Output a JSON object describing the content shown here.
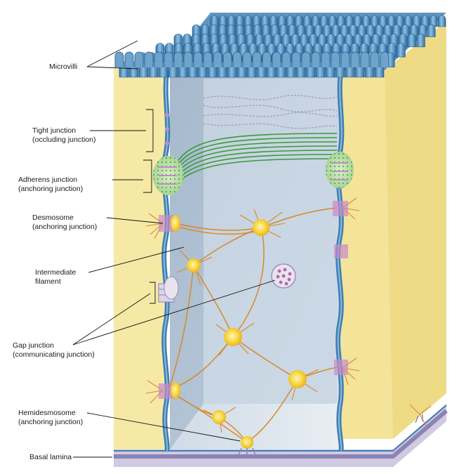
{
  "labels": {
    "microvilli": "Microvilli",
    "tight_junction": [
      "Tight junction",
      "(occluding junction)"
    ],
    "adherens_junction": [
      "Adherens junction",
      "(anchoring junction)"
    ],
    "desmosome": [
      "Desmosome",
      "(anchoring junction)"
    ],
    "intermediate_filament": [
      "Intermediate",
      "filament"
    ],
    "gap_junction": [
      "Gap junction",
      "(communicating junction)"
    ],
    "hemidesmosome": [
      "Hemidesmosome",
      "(anchoring junction)"
    ],
    "basal_lamina": "Basal lamina"
  },
  "colors": {
    "cell_surface": "#f6e9a6",
    "cytoplasm": "#b9c9d9",
    "membrane": "#3d7fb3",
    "microvilli": "#6ea3cc",
    "filament": "#d8892a",
    "plaque": "#f4d43c",
    "actin": "#3a9a3a",
    "junction_protein": "#c78ac8",
    "basal_lamina": "#8d83b3"
  }
}
